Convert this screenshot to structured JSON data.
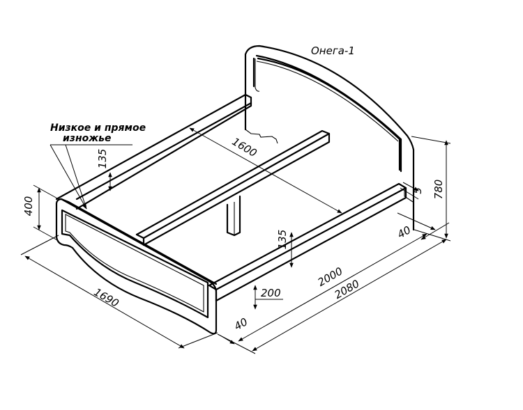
{
  "title": "Онега-1",
  "note": {
    "line1": "Низкое и прямое",
    "line2": "изножье"
  },
  "dimensions": {
    "footboard_height": "400",
    "side_rail_height": "135",
    "inner_width": "1600",
    "headboard_height": "780",
    "offset_small": "5",
    "head_thickness": "40",
    "rail_height_front": "135",
    "inner_length": "2000",
    "overall_length": "2080",
    "floor_clearance": "200",
    "foot_thickness": "40",
    "overall_width": "1690"
  }
}
